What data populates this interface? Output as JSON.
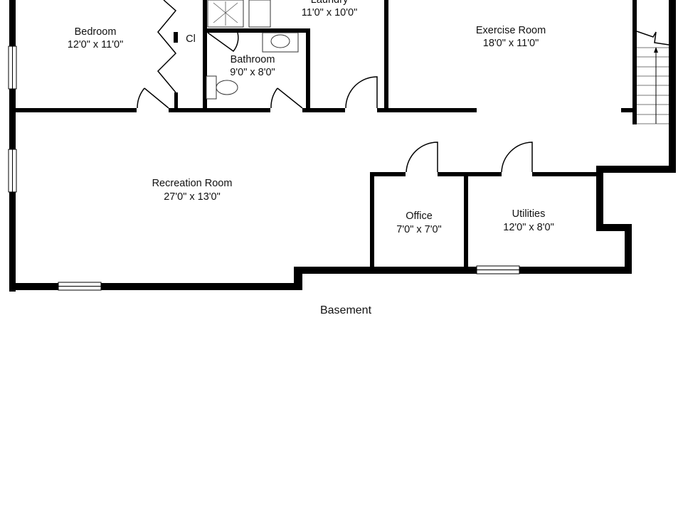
{
  "title": "Basement",
  "rooms": {
    "bedroom": {
      "name": "Bedroom",
      "size": "12'0\" x 11'0\""
    },
    "closet": {
      "name": "Cl"
    },
    "laundry": {
      "name": "Laundry",
      "size": "11'0\" x 10'0\""
    },
    "bathroom": {
      "name": "Bathroom",
      "size": "9'0\" x 8'0\""
    },
    "exercise": {
      "name": "Exercise Room",
      "size": "18'0\" x 11'0\""
    },
    "recreation": {
      "name": "Recreation Room",
      "size": "27'0\" x 13'0\""
    },
    "office": {
      "name": "Office",
      "size": "7'0\" x 7'0\""
    },
    "utilities": {
      "name": "Utilities",
      "size": "12'0\" x 8'0\""
    }
  }
}
